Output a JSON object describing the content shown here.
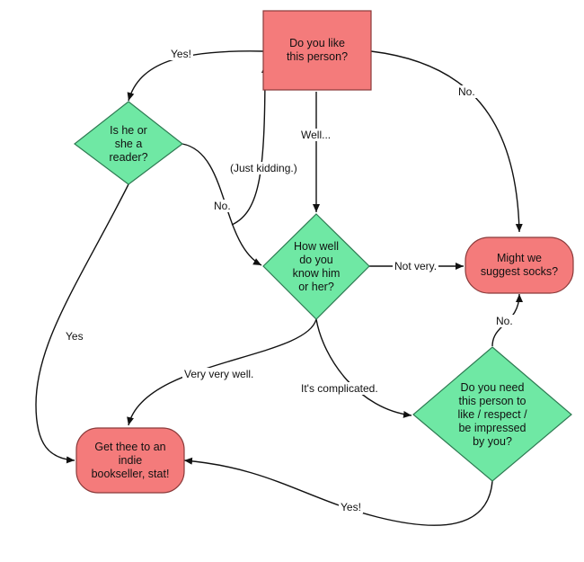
{
  "colors": {
    "terminal_fill": "#f47b7b",
    "terminal_stroke": "#8a3a3a",
    "decision_fill": "#6fe8a4",
    "decision_stroke": "#2e7a52",
    "edge": "#111111"
  },
  "nodes": {
    "like_person": "Do you like\nthis person?",
    "is_reader": "Is he or\nshe a\nreader?",
    "know_well": "How well\ndo you\nknow him\nor her?",
    "socks": "Might we\nsuggest socks?",
    "need_like": "Do you need\nthis person to\nlike / respect /\nbe impressed\nby you?",
    "bookseller": "Get thee to an\nindie\nbookseller, stat!"
  },
  "edges": {
    "yes_to_reader": "Yes!",
    "no_to_socks": "No.",
    "well": "Well...",
    "just_kidding": "(Just kidding.)",
    "reader_no": "No.",
    "reader_yes": "Yes",
    "not_very": "Not very.",
    "very_very_well": "Very very well.",
    "complicated": "It's complicated.",
    "need_no": "No.",
    "need_yes": "Yes!"
  }
}
